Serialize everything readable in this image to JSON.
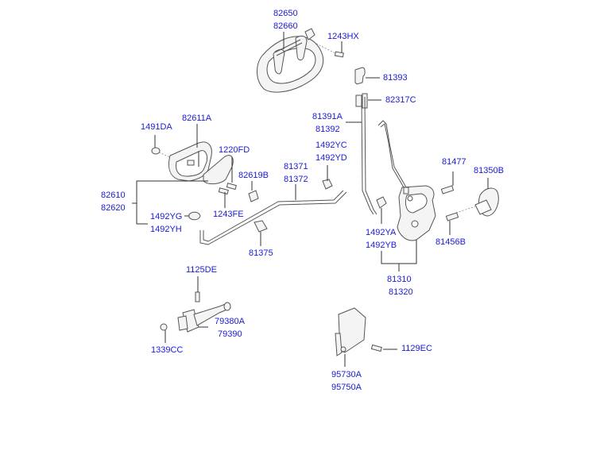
{
  "diagram": {
    "type": "exploded-parts-diagram",
    "subject": "front door lock and handle assembly",
    "callouts": [
      {
        "id": "c1",
        "parts": [
          "82650",
          "82660"
        ]
      },
      {
        "id": "c2",
        "parts": [
          "1243HX"
        ]
      },
      {
        "id": "c3",
        "parts": [
          "81393"
        ]
      },
      {
        "id": "c4",
        "parts": [
          "82317C"
        ]
      },
      {
        "id": "c5",
        "parts": [
          "81391A",
          "81392"
        ]
      },
      {
        "id": "c6",
        "parts": [
          "1491DA"
        ]
      },
      {
        "id": "c7",
        "parts": [
          "82611A"
        ]
      },
      {
        "id": "c8",
        "parts": [
          "1220FD"
        ]
      },
      {
        "id": "c9",
        "parts": [
          "82619B"
        ]
      },
      {
        "id": "c10",
        "parts": [
          "81371",
          "81372"
        ]
      },
      {
        "id": "c11",
        "parts": [
          "1492YC",
          "1492YD"
        ]
      },
      {
        "id": "c12",
        "parts": [
          "82610",
          "82620"
        ]
      },
      {
        "id": "c13",
        "parts": [
          "1492YG",
          "1492YH"
        ]
      },
      {
        "id": "c14",
        "parts": [
          "1243FE"
        ]
      },
      {
        "id": "c15",
        "parts": [
          "81375"
        ]
      },
      {
        "id": "c16",
        "parts": [
          "81477"
        ]
      },
      {
        "id": "c17",
        "parts": [
          "81350B"
        ]
      },
      {
        "id": "c18",
        "parts": [
          "81456B"
        ]
      },
      {
        "id": "c19",
        "parts": [
          "1492YA",
          "1492YB"
        ]
      },
      {
        "id": "c20",
        "parts": [
          "81310",
          "81320"
        ]
      },
      {
        "id": "c21",
        "parts": [
          "1125DE"
        ]
      },
      {
        "id": "c22",
        "parts": [
          "79380A",
          "79390"
        ]
      },
      {
        "id": "c23",
        "parts": [
          "1339CC"
        ]
      },
      {
        "id": "c24",
        "parts": [
          "95730A",
          "95750A"
        ]
      },
      {
        "id": "c25",
        "parts": [
          "1129EC"
        ]
      }
    ]
  },
  "colors": {
    "label": "#1a1ad6",
    "line": "#333333",
    "part_fill": "#f4f4f4"
  }
}
